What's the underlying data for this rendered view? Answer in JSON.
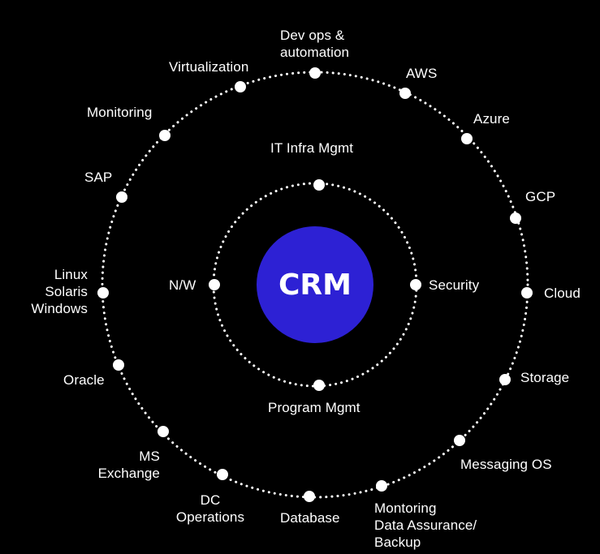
{
  "center": {
    "label": "CRM",
    "color": "#2d21d4"
  },
  "inner_ring": {
    "nodes": [
      {
        "id": "it-infra",
        "label": "IT Infra Mgmt"
      },
      {
        "id": "security",
        "label": "Security"
      },
      {
        "id": "program",
        "label": "Program Mgmt"
      },
      {
        "id": "nw",
        "label": "N/W"
      }
    ]
  },
  "outer_ring": {
    "nodes": [
      {
        "id": "devops",
        "label": "Dev ops &\nautomation"
      },
      {
        "id": "aws",
        "label": "AWS"
      },
      {
        "id": "azure",
        "label": "Azure"
      },
      {
        "id": "gcp",
        "label": "GCP"
      },
      {
        "id": "cloud",
        "label": "Cloud"
      },
      {
        "id": "storage",
        "label": "Storage"
      },
      {
        "id": "messaging",
        "label": "Messaging OS"
      },
      {
        "id": "montoring",
        "label": "Montoring\nData Assurance/\nBackup"
      },
      {
        "id": "database",
        "label": "Database"
      },
      {
        "id": "dc-ops",
        "label": "DC\nOperations"
      },
      {
        "id": "ms-exchange",
        "label": "MS\nExchange"
      },
      {
        "id": "oracle",
        "label": "Oracle"
      },
      {
        "id": "linux",
        "label": "Linux\nSolaris\nWindows"
      },
      {
        "id": "sap",
        "label": "SAP"
      },
      {
        "id": "monitoring",
        "label": "Monitoring"
      },
      {
        "id": "virtualization",
        "label": "Virtualization"
      }
    ]
  },
  "colors": {
    "background": "#000000",
    "ring": "#ffffff",
    "text": "#ffffff"
  }
}
